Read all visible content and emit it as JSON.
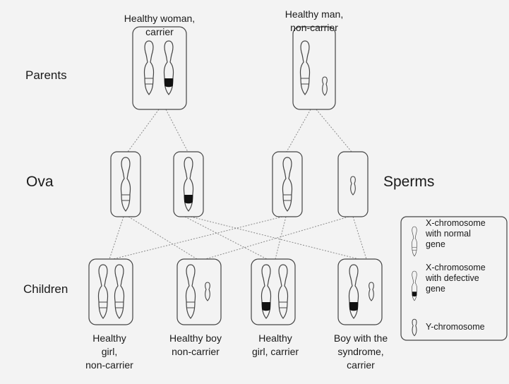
{
  "rows": {
    "parents": "Parents",
    "ova": "Ova",
    "sperms": "Sperms",
    "children": "Children"
  },
  "parents": {
    "mother": [
      "Healthy woman,",
      "carrier"
    ],
    "father": [
      "Healthy man,",
      "non-carrier"
    ]
  },
  "children": {
    "c1": [
      "Healthy",
      "girl,",
      "non-carrier"
    ],
    "c2": [
      "Healthy boy",
      "non-carrier"
    ],
    "c3": [
      "Healthy",
      "girl, carrier"
    ],
    "c4": [
      "Boy with the",
      "syndrome,",
      "carrier"
    ]
  },
  "legend": {
    "normal": [
      "X-chromosome",
      "with normal",
      "gene"
    ],
    "defective": [
      "X-chromosome",
      "with defective",
      "gene"
    ],
    "y": "Y-chromosome"
  },
  "colors": {
    "line": "#555555",
    "dotted": "#8a8a8a",
    "defect": "#111111",
    "background": "#f3f3f3"
  }
}
